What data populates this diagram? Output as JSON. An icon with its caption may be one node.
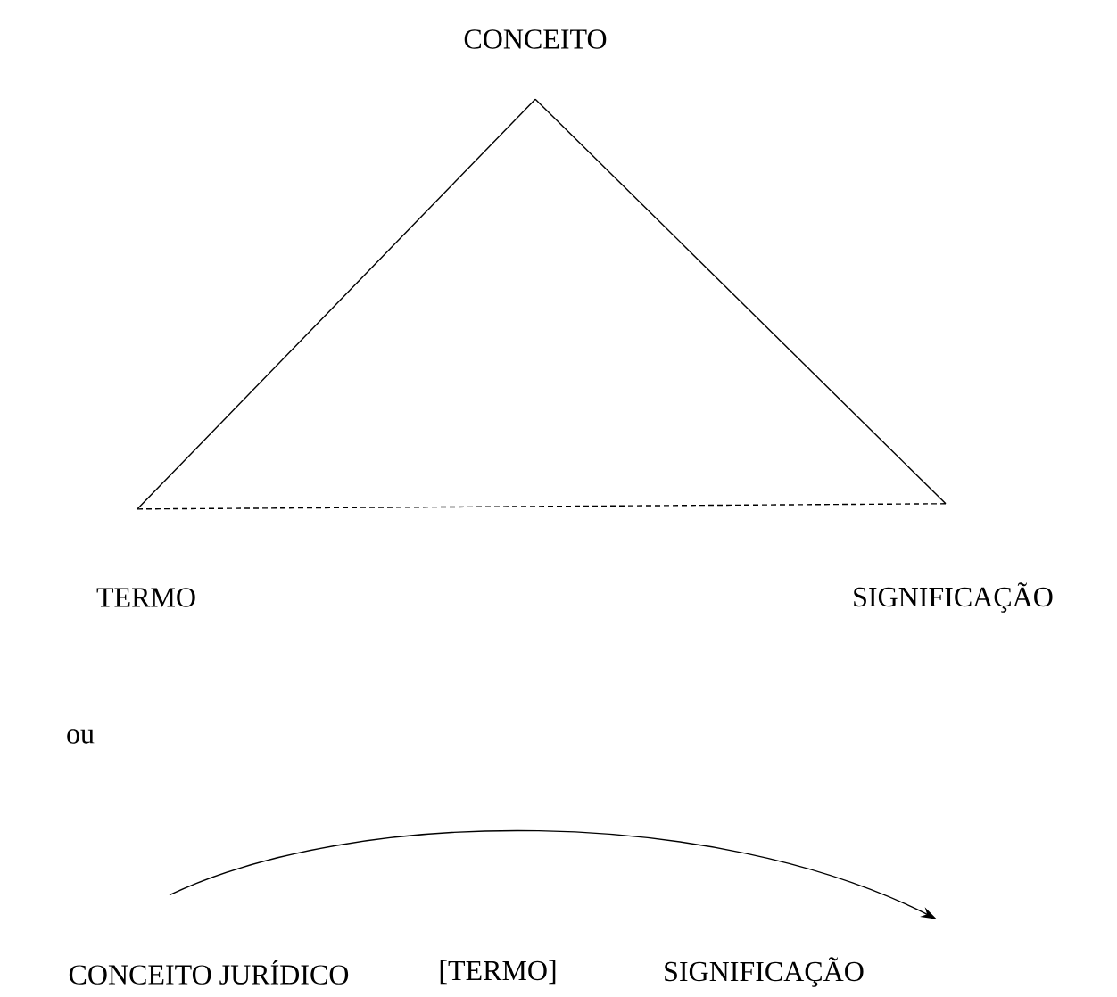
{
  "diagram": {
    "nodes": [
      {
        "text": [
          "CONCEITO"
        ]
      },
      {
        "text": [
          "TERMO"
        ]
      },
      {
        "text": [
          "SIGNIFICAÇÃO"
        ]
      },
      {
        "text": [
          "CONCEITO JURÍDICO"
        ]
      },
      {
        "text": [
          "[TERMO]"
        ]
      },
      {
        "text": [
          "SIGNIFICAÇÃO"
        ]
      }
    ],
    "edges": [
      {
        "from": 0,
        "to": 1,
        "arrow": "none"
      },
      {
        "from": 0,
        "to": 2,
        "arrow": "none"
      },
      {
        "from": 1,
        "to": 2,
        "arrow": "none",
        "style": "dashed"
      },
      {
        "from": 3,
        "to": 5,
        "arrow": "to"
      }
    ],
    "labels": [
      "ou"
    ]
  }
}
